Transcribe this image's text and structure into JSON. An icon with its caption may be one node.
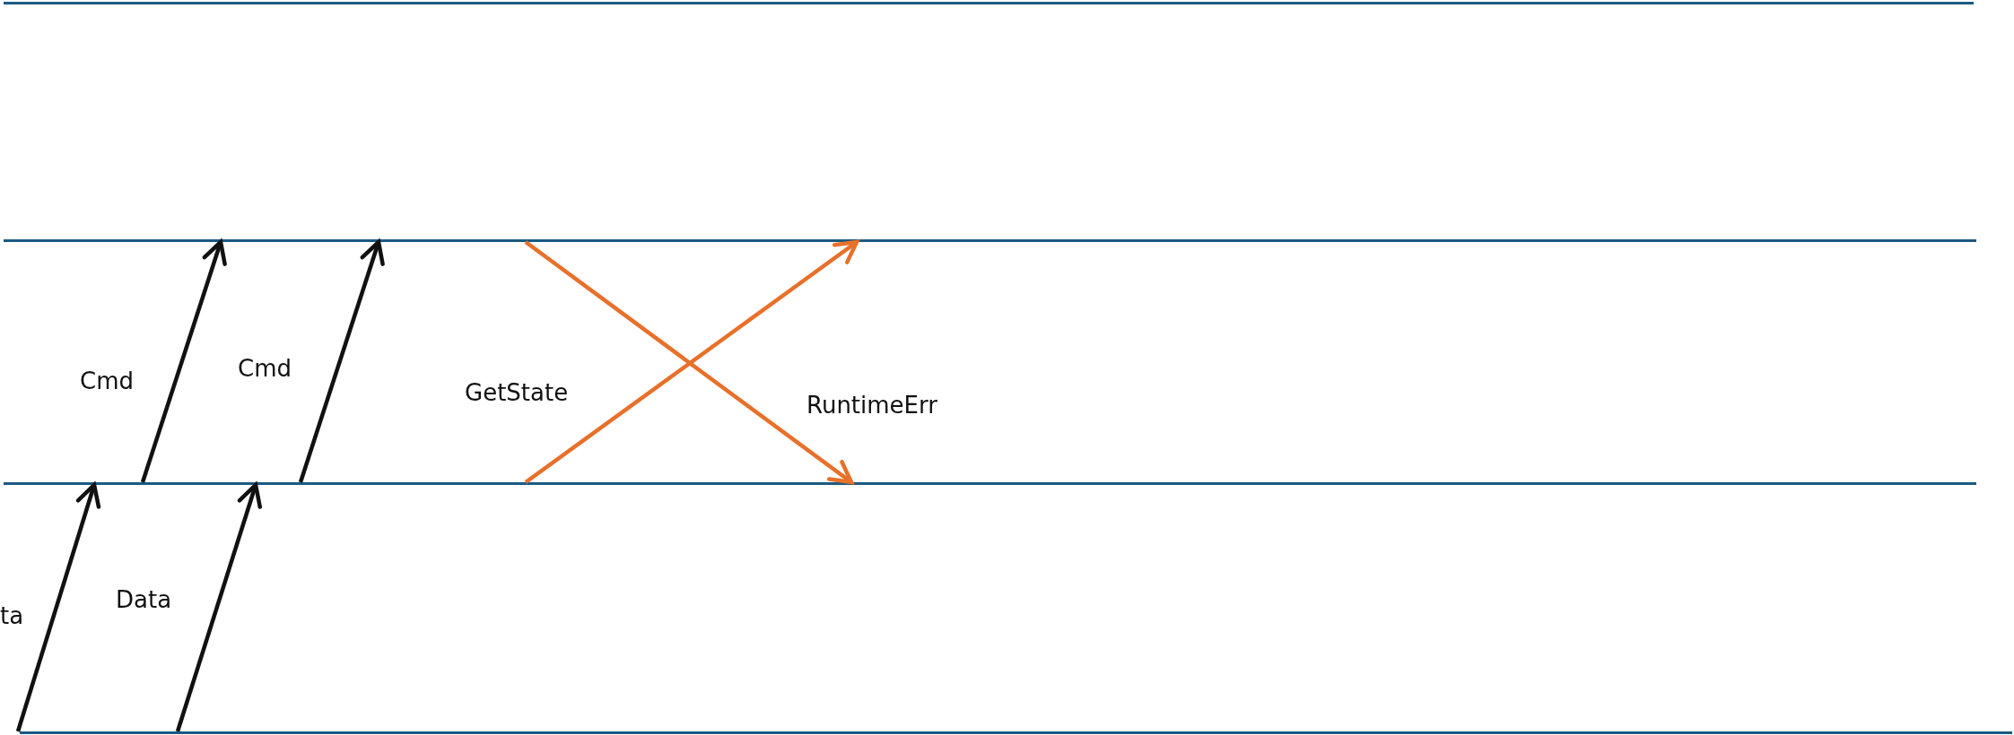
{
  "diagram": {
    "nodes": [
      {
        "text": [],
        "shape": "bar"
      },
      {
        "text": [],
        "shape": "bar"
      },
      {
        "text": [],
        "shape": "bar"
      },
      {
        "text": [],
        "shape": "bar"
      }
    ],
    "edges": [
      {
        "from": 3,
        "to": 2,
        "arrow": "to",
        "label": "ta"
      },
      {
        "from": 3,
        "to": 2,
        "arrow": "to",
        "label": "Data"
      },
      {
        "from": 2,
        "to": 1,
        "arrow": "to",
        "label": "Cmd"
      },
      {
        "from": 2,
        "to": 1,
        "arrow": "to",
        "label": "Cmd"
      },
      {
        "from": 2,
        "to": 1,
        "arrow": "to",
        "label": "GetState",
        "color": "#e8702a"
      },
      {
        "from": 1,
        "to": 2,
        "arrow": "to",
        "label": "RuntimeErr",
        "color": "#e8702a"
      }
    ]
  }
}
